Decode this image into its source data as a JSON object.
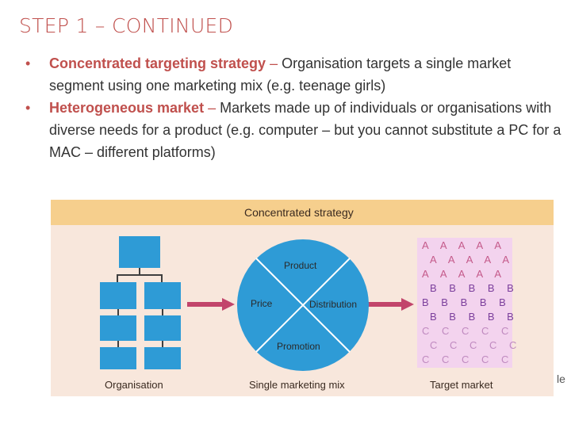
{
  "slide": {
    "title": "STEP 1 – CONTINUED",
    "bullets": [
      {
        "term": "Concentrated targeting strategy",
        "dash": " –",
        "text": " Organisation targets a single market segment using one marketing mix (e.g. teenage girls)"
      },
      {
        "term": "Heterogeneous market",
        "dash": " –",
        "text": " Markets made up of individuals or organisations with diverse needs for a product (e.g. computer – but you cannot substitute a PC for a MAC – different platforms)"
      }
    ],
    "stray_text": "le"
  },
  "figure": {
    "title": "Concentrated strategy",
    "captions": {
      "organisation": "Organisation",
      "mix": "Single marketing mix",
      "target": "Target market"
    },
    "mix_labels": {
      "product": "Product",
      "price": "Price",
      "distribution": "Distribution",
      "promotion": "Promotion"
    },
    "segment_rows": [
      "A A A A A",
      "A A A A A",
      "A A A A A",
      "B B B B B",
      "B B B B B",
      "B B B B B",
      "C C C C C",
      "C C C C C",
      "C C C C C"
    ],
    "colors": {
      "accent": "#c0504d",
      "org_box": "#2e9bd6",
      "wheel": "#2e9bd6",
      "arrow": "#c2456b",
      "header": "#f6cf8d",
      "figure_bg": "#f8e7dc",
      "target_panel": "#f3d3ee"
    }
  }
}
